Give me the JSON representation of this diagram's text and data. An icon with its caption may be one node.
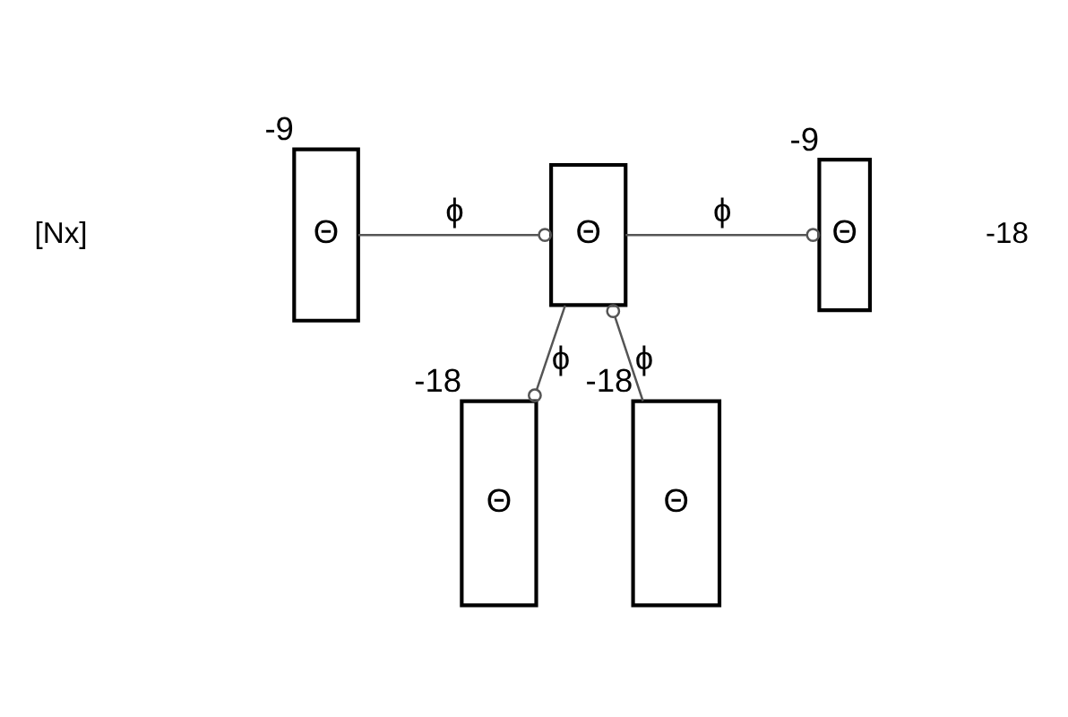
{
  "diagram": {
    "nodes": [
      {
        "text": [
          "Θ"
        ],
        "beside": [
          "-9"
        ]
      },
      {
        "text": [
          "Θ"
        ]
      },
      {
        "text": [
          "Θ"
        ],
        "beside": [
          "-9"
        ]
      },
      {
        "text": [
          "Θ"
        ],
        "beside": [
          "-18"
        ]
      },
      {
        "text": [
          "Θ"
        ],
        "beside": [
          "-18"
        ]
      }
    ],
    "edges": [
      {
        "from": 0,
        "to": 1,
        "arrow": "other",
        "label": "ϕ"
      },
      {
        "from": 1,
        "to": 2,
        "arrow": "other",
        "label": "ϕ"
      },
      {
        "from": 3,
        "to": 1,
        "arrow": "other",
        "label": "ϕ"
      },
      {
        "from": 1,
        "to": 4,
        "arrow": "other",
        "label": "ϕ"
      }
    ],
    "labels": [
      "[Nx]",
      "-18"
    ]
  }
}
